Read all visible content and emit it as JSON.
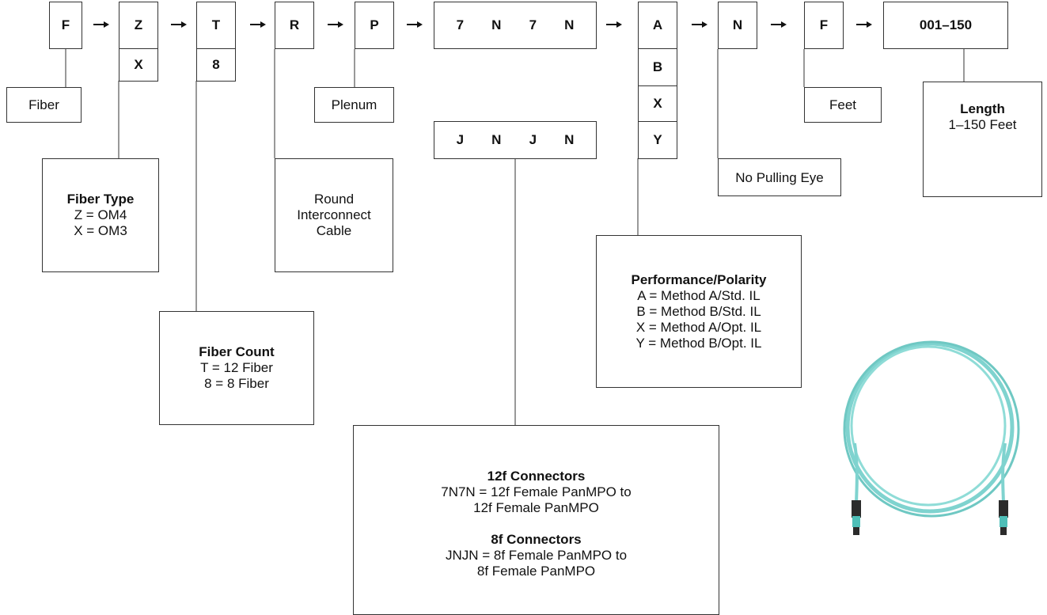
{
  "codes": {
    "c1": "F",
    "c2": "Z",
    "c2_alt": "X",
    "c3": "T",
    "c3_alt": "8",
    "c4": "R",
    "c5": "P",
    "c6": [
      "7",
      "N",
      "7",
      "N"
    ],
    "c6_alt": [
      "J",
      "N",
      "J",
      "N"
    ],
    "c7": "A",
    "c7_alts": [
      "B",
      "X",
      "Y"
    ],
    "c8": "N",
    "c9": "F",
    "c10": "001–150"
  },
  "labels": {
    "fiber": "Fiber",
    "plenum": "Plenum",
    "feet": "Feet",
    "no_pulling_eye": "No Pulling Eye",
    "round_interconnect": [
      "Round",
      "Interconnect",
      "Cable"
    ]
  },
  "descriptions": {
    "fiber_type": {
      "title": "Fiber Type",
      "lines": [
        "Z = OM4",
        "X = OM3"
      ]
    },
    "fiber_count": {
      "title": "Fiber Count",
      "lines": [
        "T = 12 Fiber",
        "8 = 8 Fiber"
      ]
    },
    "performance": {
      "title": "Performance/Polarity",
      "lines": [
        "A = Method A/Std. IL",
        "B = Method B/Std. IL",
        "X = Method A/Opt. IL",
        "Y = Method B/Opt. IL"
      ]
    },
    "length": {
      "title": "Length",
      "lines": [
        "1–150 Feet"
      ]
    },
    "connectors_12f": {
      "title": "12f Connectors",
      "lines": [
        "7N7N = 12f Female PanMPO to",
        "12f Female PanMPO"
      ]
    },
    "connectors_8f": {
      "title": "8f Connectors",
      "lines": [
        "JNJN = 8f Female PanMPO to",
        "8f Female PanMPO"
      ]
    }
  },
  "colors": {
    "line": "#333333",
    "cable": "#7fd3cf",
    "connector": "#2b2b2b"
  },
  "icons": {
    "arrow": "right-arrow-icon",
    "cable": "fiber-cable-image"
  }
}
